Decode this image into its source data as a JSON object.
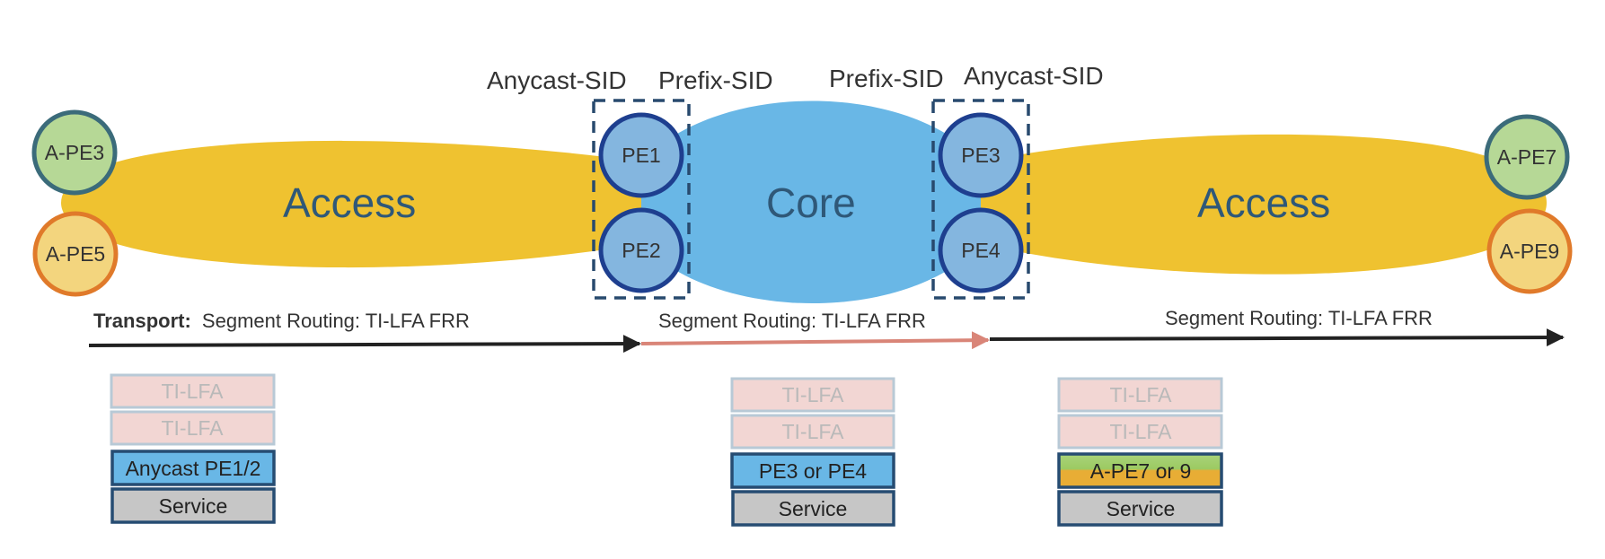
{
  "colors": {
    "access_cloud": "#efc230",
    "core_cloud": "#69b7e6",
    "pe_fill": "#84b6df",
    "pe_stroke": "#1e3f8f",
    "ape_green_fill": "#b6d896",
    "ape_green_stroke": "#3b6b7a",
    "ape_orange_fill": "#f3d57e",
    "ape_orange_stroke": "#e07a2a",
    "dashed_box": "#284a6e",
    "arrow_black": "#222222",
    "arrow_red": "#d98578",
    "tilfa_fill": "#f2d6d3",
    "tilfa_stroke": "#b8c9d6",
    "label_blue_fill": "#69b7e6",
    "label_stroke": "#264c72",
    "service_fill": "#c6c6c6",
    "ape_label_green": "#9cca62",
    "ape_label_orange": "#e8ad35"
  },
  "sid_labels": {
    "left_anycast": "Anycast-SID",
    "left_prefix": "Prefix-SID",
    "right_prefix": "Prefix-SID",
    "right_anycast": "Anycast-SID"
  },
  "clouds": {
    "left_access": "Access",
    "core": "Core",
    "right_access": "Access"
  },
  "nodes": {
    "a_pe3": "A-PE3",
    "a_pe5": "A-PE5",
    "pe1": "PE1",
    "pe2": "PE2",
    "pe3": "PE3",
    "pe4": "PE4",
    "a_pe7": "A-PE7",
    "a_pe9": "A-PE9"
  },
  "transport": {
    "prefix": "Transport:",
    "left": "Segment Routing: TI-LFA FRR",
    "middle": "Segment Routing: TI-LFA FRR",
    "right": "Segment Routing: TI-LFA FRR"
  },
  "label_stacks": [
    {
      "tilfa_1": "TI-LFA",
      "tilfa_2": "TI-LFA",
      "transport_label": "Anycast PE1/2",
      "service": "Service"
    },
    {
      "tilfa_1": "TI-LFA",
      "tilfa_2": "TI-LFA",
      "transport_label": "PE3 or PE4",
      "service": "Service"
    },
    {
      "tilfa_1": "TI-LFA",
      "tilfa_2": "TI-LFA",
      "transport_label": "A-PE7 or 9",
      "service": "Service"
    }
  ]
}
